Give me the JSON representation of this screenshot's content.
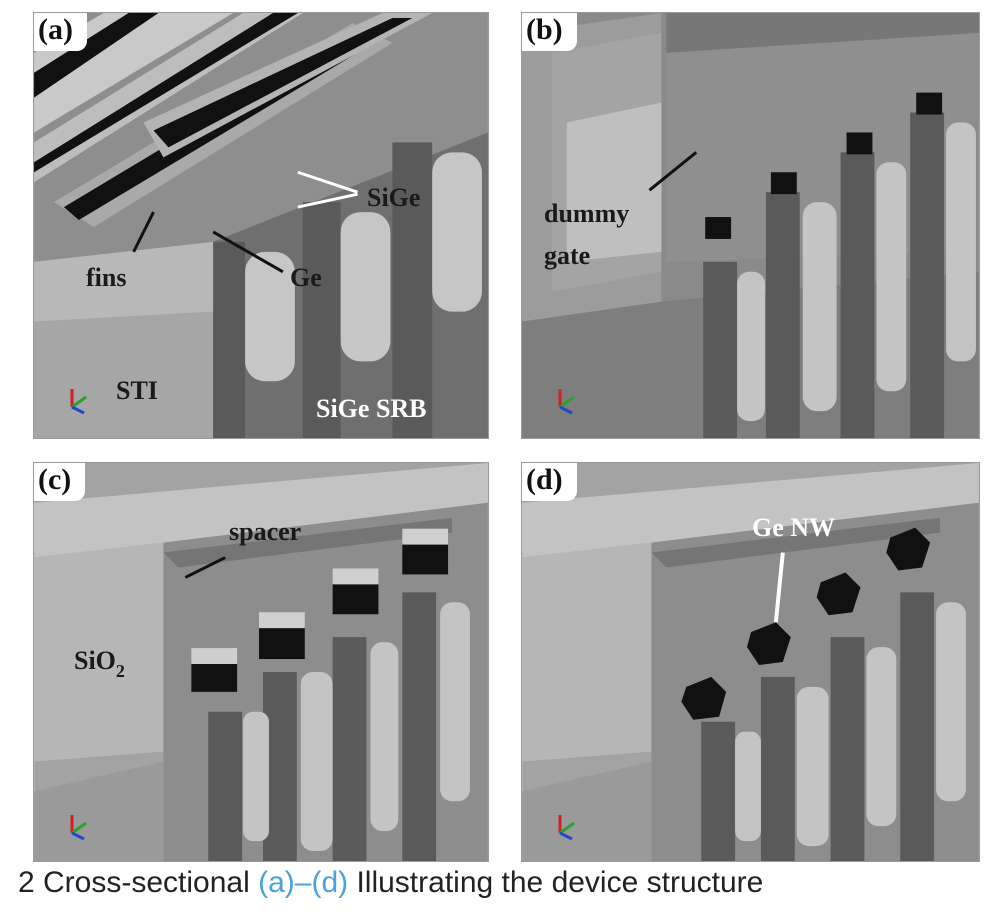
{
  "panels": {
    "a": {
      "label": "(a)",
      "labels": {
        "sige": "SiGe",
        "fins": "fins",
        "ge": "Ge",
        "sti": "STI",
        "srb": "SiGe SRB"
      }
    },
    "b": {
      "label": "(b)",
      "labels": {
        "dummy": "dummy",
        "gate": "gate"
      }
    },
    "c": {
      "label": "(c)",
      "labels": {
        "spacer": "spacer",
        "sio2_main": "SiO",
        "sio2_sub": "2"
      }
    },
    "d": {
      "label": "(d)",
      "labels": {
        "genw": "Ge NW"
      }
    }
  },
  "caption": {
    "prefix": "2   Cross-sectional",
    "link": "(a)–(d)",
    "suffix": " Illustrating the device structure"
  },
  "icons": [
    "axis-triad-icon"
  ]
}
